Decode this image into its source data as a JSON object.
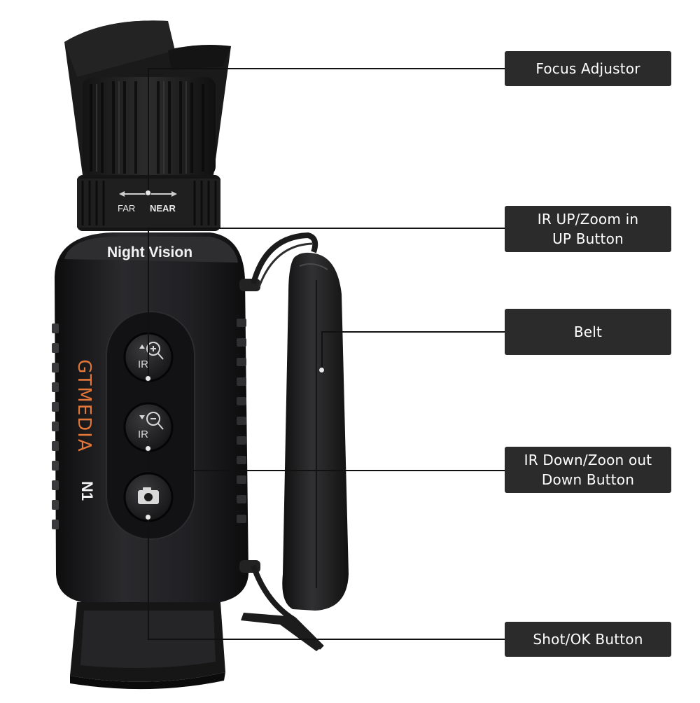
{
  "product": {
    "brand_text": "GTMEDIA",
    "model_text": "N1",
    "top_label": "Night Vision",
    "focus_far": "FAR",
    "focus_near": "NEAR",
    "button_up_text": "IR",
    "button_down_text": "IR"
  },
  "callouts": [
    {
      "lines": [
        "Focus Adjustor"
      ]
    },
    {
      "lines": [
        "IR UP/Zoom in",
        "UP Button"
      ]
    },
    {
      "lines": [
        "Belt"
      ]
    },
    {
      "lines": [
        "IR Down/Zoon out",
        "Down Button"
      ]
    },
    {
      "lines": [
        "Shot/OK Button"
      ]
    }
  ],
  "colors": {
    "background": "#ffffff",
    "callout_box": "#2b2b2b",
    "callout_text": "#ffffff",
    "brand_orange": "#e2773a",
    "body_black": "#1c1c1e"
  }
}
